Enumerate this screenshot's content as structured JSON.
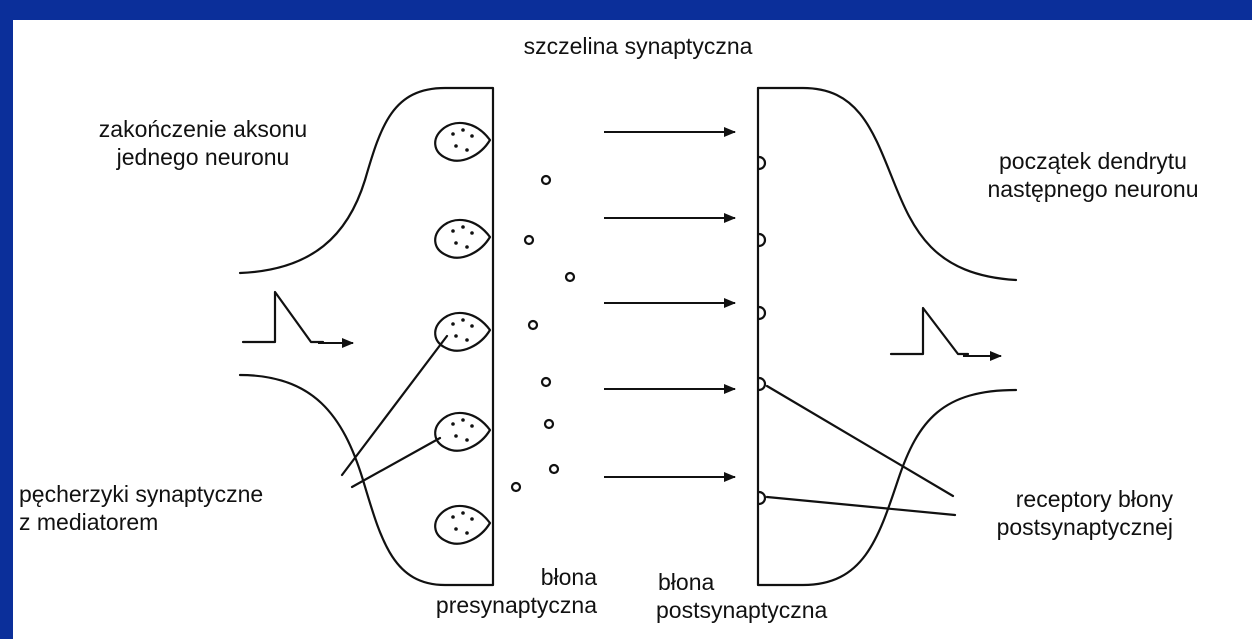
{
  "colors": {
    "frame_border": "#0b2f9a",
    "background": "#ffffff",
    "ink": "#111111"
  },
  "labels": {
    "cleft": "szczelina synaptyczna",
    "axon_terminal": [
      "zakończenie aksonu",
      "jednego neuronu"
    ],
    "dendrite_start": [
      "początek dendrytu",
      "następnego neuronu"
    ],
    "vesicles": [
      "pęcherzyki synaptyczne",
      "z mediatorem"
    ],
    "receptors": [
      "receptory błony",
      "postsynaptycznej"
    ],
    "presynaptic_membrane": [
      "błona",
      "presynaptyczna"
    ],
    "postsynaptic_membrane": [
      "błona",
      "postsynaptyczna"
    ]
  }
}
